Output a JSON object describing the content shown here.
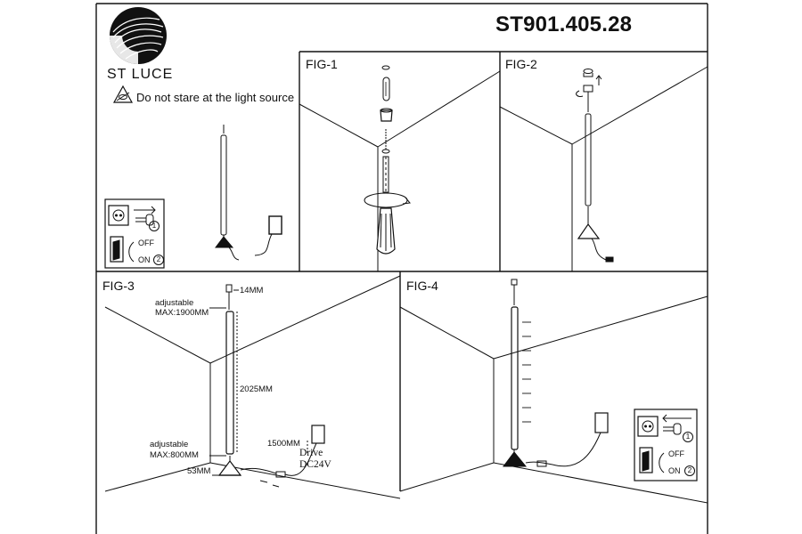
{
  "header": {
    "model_number": "ST901.405.28",
    "brand_name": "ST LUCE",
    "warning_text": "Do not stare at the light source"
  },
  "figures": {
    "fig1": {
      "label": "FIG-1"
    },
    "fig2": {
      "label": "FIG-2"
    },
    "fig3": {
      "label": "FIG-3",
      "top_adjust": "adjustable",
      "top_max": "MAX:1900MM",
      "top_cap": "14MM",
      "length": "2025MM",
      "bottom_adjust": "adjustable",
      "bottom_max": "MAX:800MM",
      "base_height": "53MM",
      "cable_length": "1500MM",
      "driver_label": "Drive",
      "driver_voltage": "DC24V"
    },
    "fig4": {
      "label": "FIG-4"
    }
  },
  "switch_panel": {
    "off_label": "OFF",
    "on_label": "ON",
    "step1": "1",
    "step2": "2"
  },
  "colors": {
    "line": "#111111",
    "background": "#ffffff"
  },
  "icons": [
    "st-luce-logo-icon",
    "eye-warning-icon",
    "socket-icon",
    "plug-icon",
    "rocker-switch-icon",
    "rotate-arrow-icon"
  ]
}
